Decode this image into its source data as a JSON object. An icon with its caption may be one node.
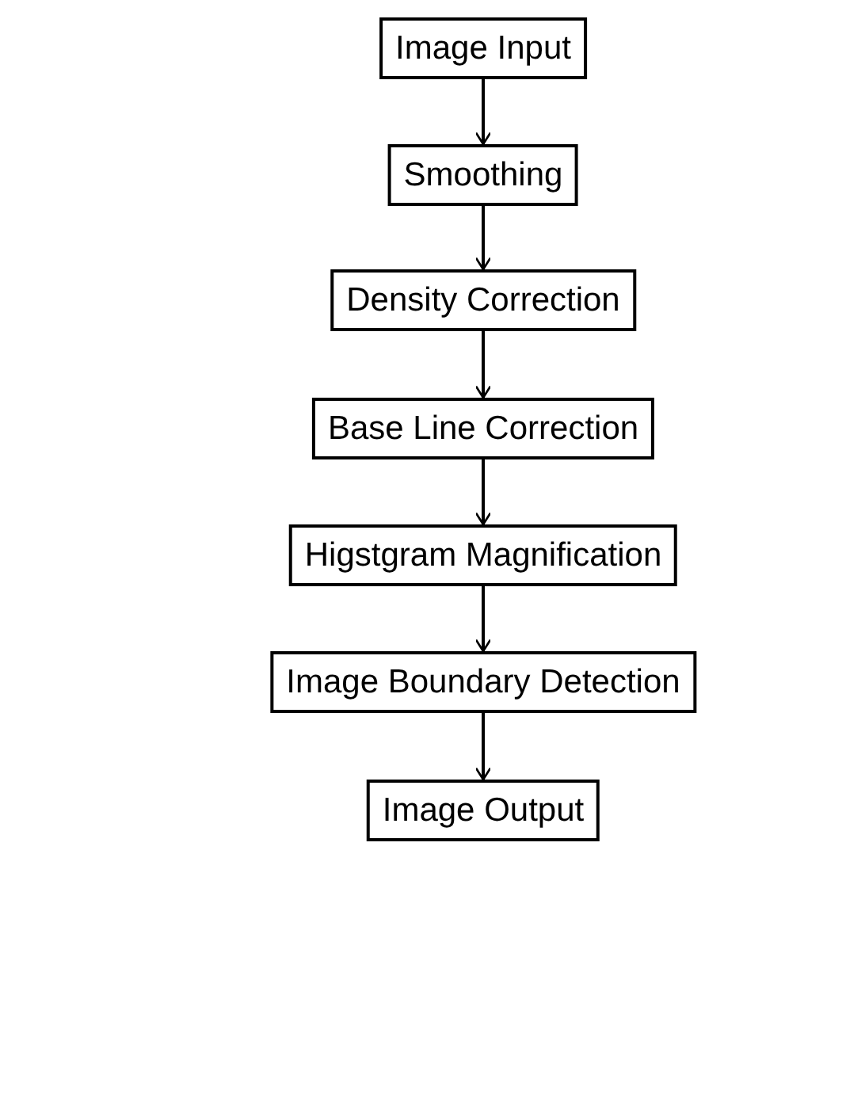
{
  "diagram": {
    "nodes": [
      {
        "text": [
          "Image Input"
        ]
      },
      {
        "text": [
          "Smoothing"
        ]
      },
      {
        "text": [
          "Density Correction"
        ]
      },
      {
        "text": [
          "Base Line Correction"
        ]
      },
      {
        "text": [
          "Higstgram Magnification"
        ]
      },
      {
        "text": [
          "Image Boundary Detection"
        ]
      },
      {
        "text": [
          "Image Output"
        ]
      }
    ],
    "edges": [
      {
        "from": 0,
        "to": 1,
        "arrow": "to"
      },
      {
        "from": 1,
        "to": 2,
        "arrow": "to"
      },
      {
        "from": 2,
        "to": 3,
        "arrow": "to"
      },
      {
        "from": 3,
        "to": 4,
        "arrow": "to"
      },
      {
        "from": 4,
        "to": 5,
        "arrow": "to"
      },
      {
        "from": 5,
        "to": 6,
        "arrow": "to"
      }
    ]
  }
}
